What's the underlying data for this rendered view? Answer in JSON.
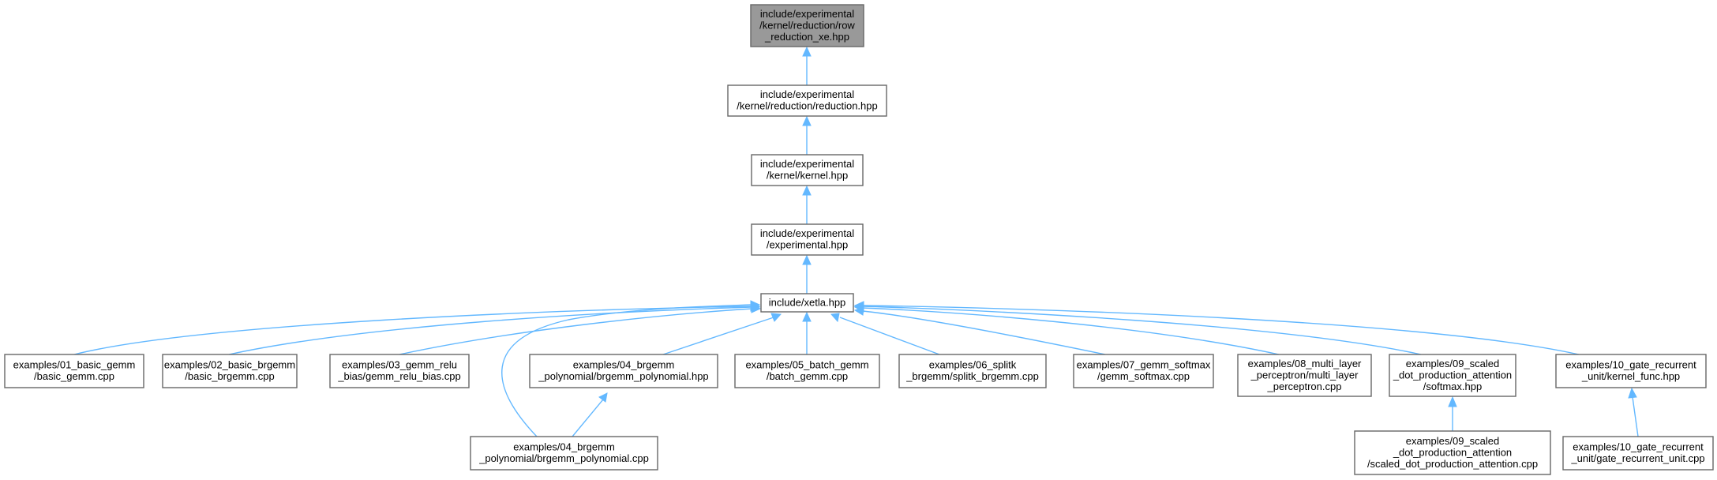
{
  "graph": {
    "colors": {
      "edge": "#63b8ff",
      "node_border": "#666666",
      "root_fill": "#999999"
    },
    "nodes": {
      "row_reduction_xe": [
        "include/experimental",
        "/kernel/reduction/row",
        "_reduction_xe.hpp"
      ],
      "reduction": [
        "include/experimental",
        "/kernel/reduction/reduction.hpp"
      ],
      "kernel": [
        "include/experimental",
        "/kernel/kernel.hpp"
      ],
      "experimental": [
        "include/experimental",
        "/experimental.hpp"
      ],
      "xetla": [
        "include/xetla.hpp"
      ],
      "ex01": [
        "examples/01_basic_gemm",
        "/basic_gemm.cpp"
      ],
      "ex02": [
        "examples/02_basic_brgemm",
        "/basic_brgemm.cpp"
      ],
      "ex03": [
        "examples/03_gemm_relu",
        "_bias/gemm_relu_bias.cpp"
      ],
      "ex04h": [
        "examples/04_brgemm",
        "_polynomial/brgemm_polynomial.hpp"
      ],
      "ex04c": [
        "examples/04_brgemm",
        "_polynomial/brgemm_polynomial.cpp"
      ],
      "ex05": [
        "examples/05_batch_gemm",
        "/batch_gemm.cpp"
      ],
      "ex06": [
        "examples/06_splitk",
        "_brgemm/splitk_brgemm.cpp"
      ],
      "ex07": [
        "examples/07_gemm_softmax",
        "/gemm_softmax.cpp"
      ],
      "ex08": [
        "examples/08_multi_layer",
        "_perceptron/multi_layer",
        "_perceptron.cpp"
      ],
      "ex09h": [
        "examples/09_scaled",
        "_dot_production_attention",
        "/softmax.hpp"
      ],
      "ex09c": [
        "examples/09_scaled",
        "_dot_production_attention",
        "/scaled_dot_production_attention.cpp"
      ],
      "ex10h": [
        "examples/10_gate_recurrent",
        "_unit/kernel_func.hpp"
      ],
      "ex10c": [
        "examples/10_gate_recurrent",
        "_unit/gate_recurrent_unit.cpp"
      ]
    }
  }
}
